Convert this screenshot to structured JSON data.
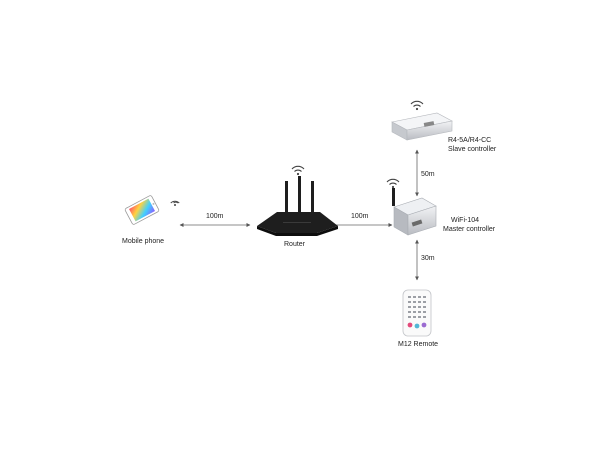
{
  "nodes": {
    "phone": {
      "label": "Mobile phone"
    },
    "router": {
      "label": "Router"
    },
    "master": {
      "label_line1": "WiFi-104",
      "label_line2": "Master controller"
    },
    "slave": {
      "label_line1": "R4-5A/R4-CC",
      "label_line2": "Slave controller"
    },
    "remote": {
      "label": "M12 Remote"
    }
  },
  "links": {
    "phone_router": "100m",
    "router_master": "100m",
    "slave_master": "50m",
    "master_remote": "30m"
  },
  "colors": {
    "line": "#666666",
    "router_body": "#1e1e1e",
    "device_silver": "#d6d8dc",
    "wifi_icon": "#444444",
    "remote_buttons": [
      "#e34a7b",
      "#53b7d6",
      "#9b6bd1"
    ]
  }
}
